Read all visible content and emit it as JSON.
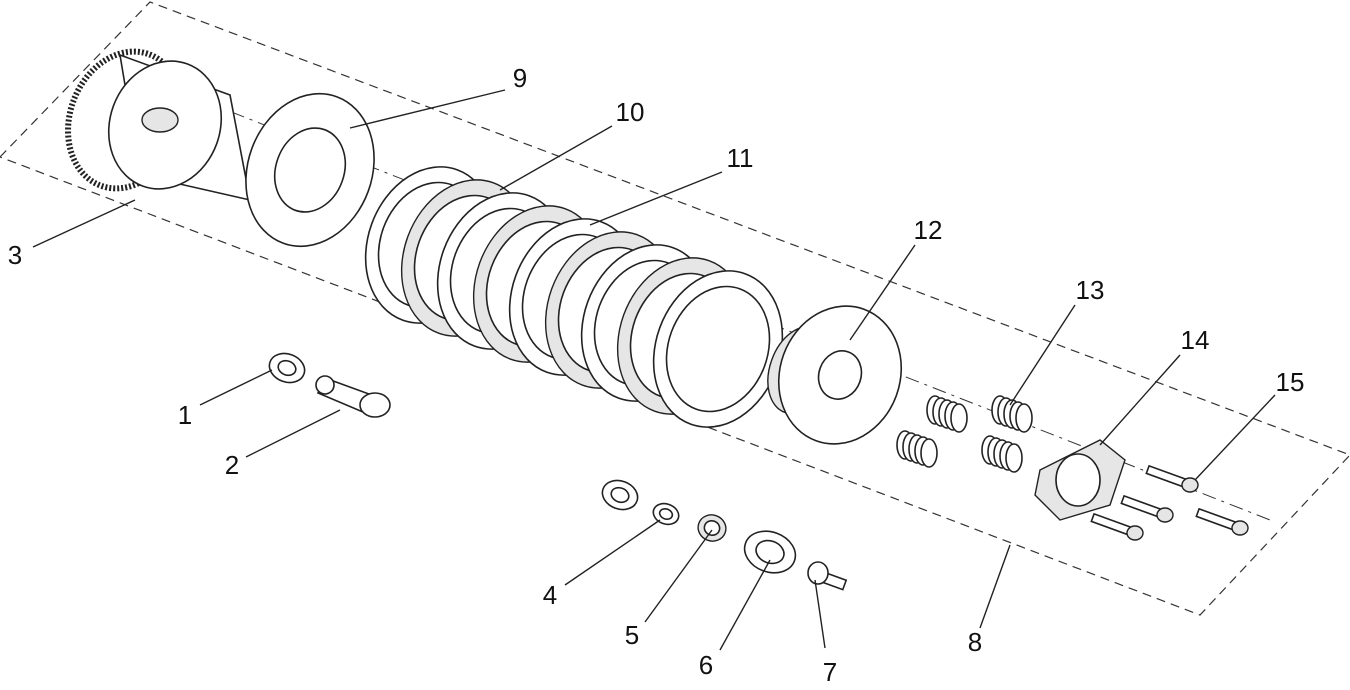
{
  "diagram": {
    "type": "exploded-parts-view",
    "callouts": [
      "1",
      "2",
      "3",
      "4",
      "5",
      "6",
      "7",
      "8",
      "9",
      "10",
      "11",
      "12",
      "13",
      "14",
      "15"
    ]
  }
}
